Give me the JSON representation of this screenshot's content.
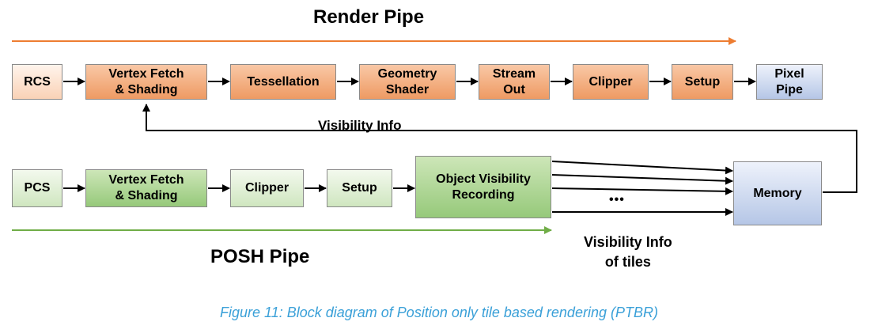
{
  "render_pipe": {
    "title": "Render Pipe",
    "stages": {
      "rcs": "RCS",
      "vertex_fetch": "Vertex Fetch\n& Shading",
      "tessellation": "Tessellation",
      "geometry_shader": "Geometry\nShader",
      "stream_out": "Stream\nOut",
      "clipper": "Clipper",
      "setup": "Setup",
      "pixel_pipe": "Pixel\nPipe"
    }
  },
  "posh_pipe": {
    "title": "POSH Pipe",
    "stages": {
      "pcs": "PCS",
      "vertex_fetch": "Vertex Fetch\n& Shading",
      "clipper": "Clipper",
      "setup": "Setup",
      "object_visibility": "Object Visibility\nRecording"
    }
  },
  "memory": "Memory",
  "visibility_info": "Visibility Info",
  "visibility_info_tiles": "Visibility Info\nof tiles",
  "ellipsis": "•••",
  "caption": "Figure 11: Block diagram of Position only tile based rendering (PTBR)",
  "colors": {
    "render_arrow": "#ed7d31",
    "posh_arrow": "#70ad47",
    "caption": "#3aa0d8"
  }
}
